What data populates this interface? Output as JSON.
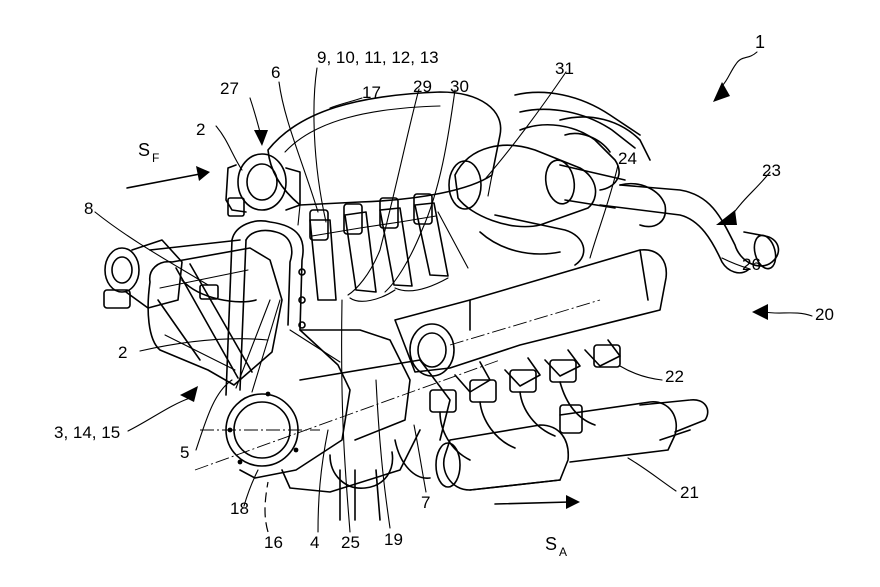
{
  "figure": {
    "labels": {
      "l1": "1",
      "l2a": "2",
      "l2b": "2",
      "l3": "3, 14, 15",
      "l4": "4",
      "l5": "5",
      "l6": "6",
      "l7": "7",
      "l8": "8",
      "l9": "9, 10, 11, 12, 13",
      "l16": "16",
      "l17": "17",
      "l18": "18",
      "l19": "19",
      "l20": "20",
      "l21": "21",
      "l22": "22",
      "l23": "23",
      "l24": "24",
      "l25": "25",
      "l26": "26",
      "l27": "27",
      "l29": "29",
      "l30": "30",
      "l31": "31",
      "sf_main": "S",
      "sf_sub": "F",
      "sa_main": "S",
      "sa_sub": "A"
    }
  }
}
